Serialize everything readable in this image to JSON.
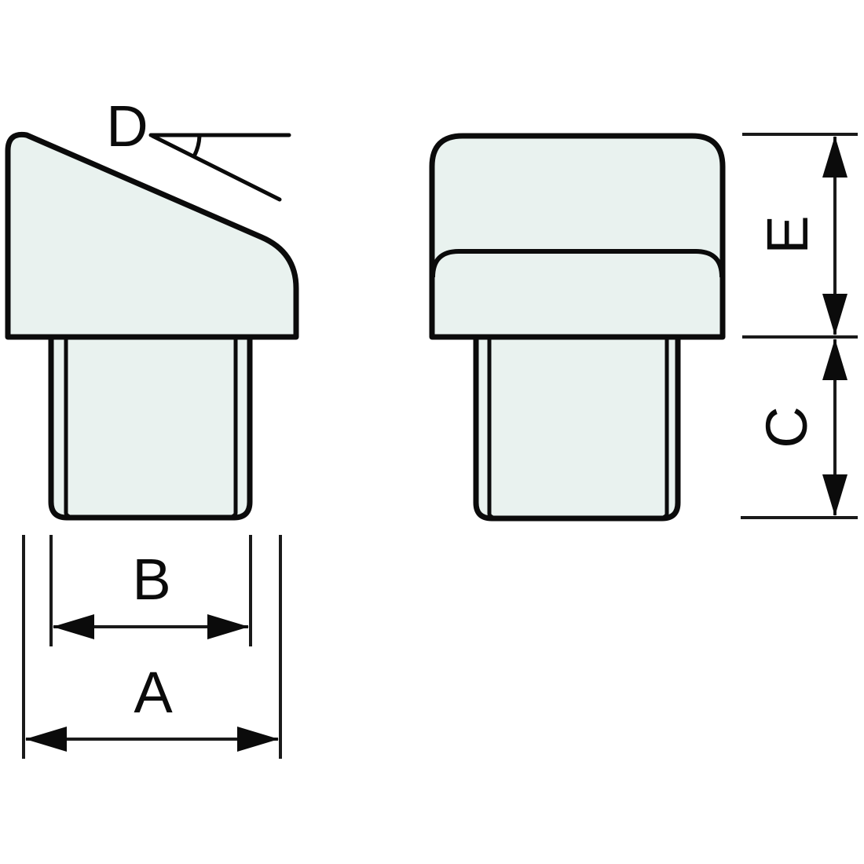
{
  "drawing": {
    "labels": {
      "angle": "D",
      "upper_height": "E",
      "stem_height": "C",
      "stem_width": "B",
      "overall_width": "A"
    },
    "colors": {
      "part_fill": "#e9f2ef",
      "line": "#0b0b0b",
      "background": "#ffffff"
    }
  }
}
